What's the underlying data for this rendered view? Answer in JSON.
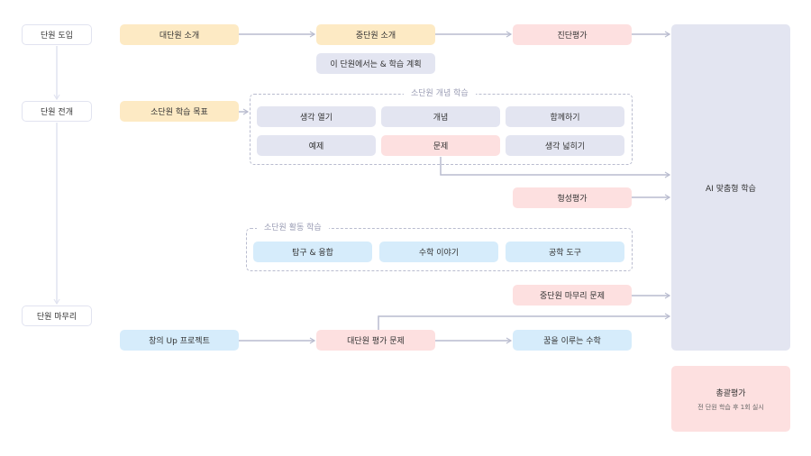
{
  "stages": [
    "단원 도입",
    "단원 전개",
    "단원 마무리"
  ],
  "nodes": {
    "big_unit_intro": "대단원 소개",
    "mid_unit_intro": "중단원 소개",
    "diagnostic": "진단평가",
    "plan": "이 단원에서는 & 학습 계획",
    "goal": "소단원 학습 목표",
    "formative": "형성평가",
    "mid_review": "중단원 마무리 문제",
    "creative": "창의 Up  프로젝트",
    "big_eval": "대단원 평가 문제",
    "dream_math": "꿈을 이루는 수학",
    "ai": "AI 맞춤형 학습",
    "summative": "총괄평가",
    "summative_note": "전 단원 학습 후 1회 실시"
  },
  "concept_group": {
    "label": "소단원 개념 학습",
    "items": [
      "생각 열기",
      "개념",
      "함께하기",
      "예제",
      "문제",
      "생각 넓히기"
    ]
  },
  "activity_group": {
    "label": "소단원 활동 학습",
    "items": [
      "탐구 & 융합",
      "수학 이야기",
      "공학 도구"
    ]
  },
  "colors": {
    "yellow": "#fdeac4",
    "pink": "#fde0e0",
    "gray": "#e3e5f1",
    "blue": "#d6ecfb",
    "line": "#b9bccf"
  }
}
